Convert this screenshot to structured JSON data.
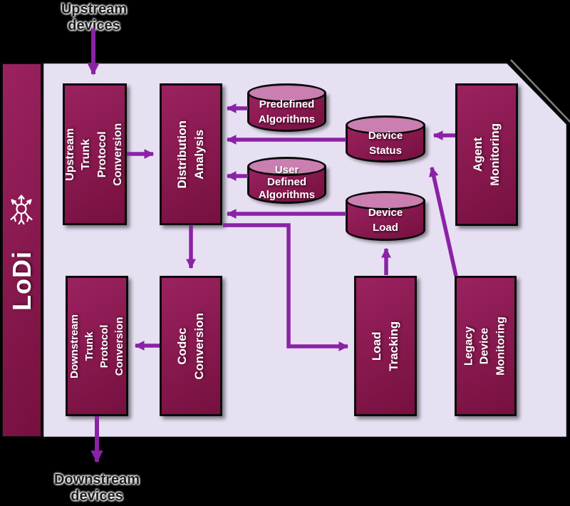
{
  "title": "LoDi distribution architecture diagram",
  "theme": {
    "bg": "#000000",
    "panel": "#E7E0F3",
    "boxLight": "#9B2260",
    "boxDark": "#76103F",
    "cylTop": "#CA7FB0",
    "arrow": "#8B22A6",
    "border": "#0A0A0A",
    "text": "#FFFFFF",
    "outerText": "#1C1C1C"
  },
  "sidebar": {
    "title": "LoDi",
    "icon": "distribution-hub-icon"
  },
  "external": {
    "top": "Upstream\ndevices",
    "bottom": "Downstream\ndevices"
  },
  "nodes": {
    "utpc": "Upstream Trunk\nProtocol\nConversion",
    "da": "Distribution\nAnalysis",
    "predefined": "Predefined\nAlgorithms",
    "userdef": "User\nDefined\nAlgorithms",
    "status": "Device\nStatus",
    "load": "Device\nLoad",
    "agent": "Agent\nMonitoring",
    "codec": "Codec\nConversion",
    "dtpc": "Downstream Trunk\nProtocol\nConversion",
    "tracking": "Load\nTracking",
    "legacy": "Legacy\nDevice\nMonitoring"
  },
  "connections": [
    {
      "from": "upstream-devices",
      "to": "upstream-trunk-protocol-conversion"
    },
    {
      "from": "upstream-trunk-protocol-conversion",
      "to": "distribution-analysis"
    },
    {
      "from": "predefined-algorithms",
      "to": "distribution-analysis"
    },
    {
      "from": "device-status",
      "to": "distribution-analysis"
    },
    {
      "from": "user-defined-algorithms",
      "to": "distribution-analysis"
    },
    {
      "from": "device-load",
      "to": "distribution-analysis"
    },
    {
      "from": "distribution-analysis",
      "to": "codec-conversion"
    },
    {
      "from": "distribution-analysis",
      "to": "load-tracking"
    },
    {
      "from": "load-tracking",
      "to": "device-load"
    },
    {
      "from": "codec-conversion",
      "to": "downstream-trunk-protocol-conversion"
    },
    {
      "from": "downstream-trunk-protocol-conversion",
      "to": "downstream-devices"
    },
    {
      "from": "agent-monitoring",
      "to": "device-status"
    },
    {
      "from": "legacy-device-monitoring",
      "to": "device-status"
    }
  ]
}
